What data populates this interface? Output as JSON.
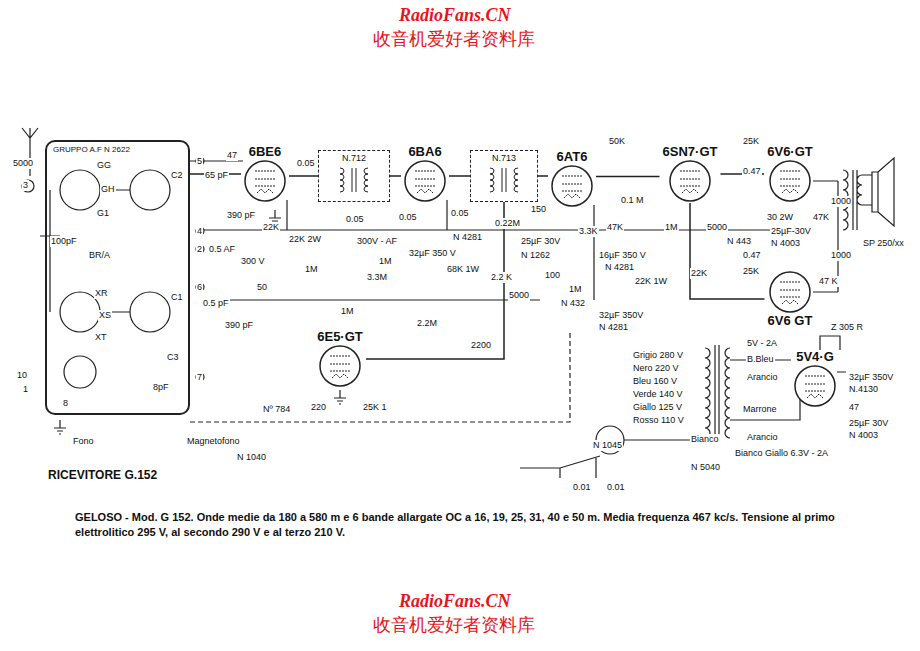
{
  "diagram": {
    "title": "RICEVITORE G.152",
    "caption": "GELOSO - Mod. G 152. Onde medie da 180 a 580 m e 6 bande allargate OC a 16, 19, 25, 31, 40 e 50 m. Media frequenza 467 kc/s. Tensione al primo elettrolitico 295 V, al secondo 290 V e al terzo 210 V.",
    "nodes": [
      {
        "text": [
          "GRUPPO A.F N 2622"
        ]
      },
      {
        "text": [
          "6BE6"
        ]
      },
      {
        "text": [
          "N.712"
        ]
      },
      {
        "text": [
          "6BA6"
        ]
      },
      {
        "text": [
          "N.713"
        ]
      },
      {
        "text": [
          "6AT6"
        ]
      },
      {
        "text": [
          "6SN7·GT"
        ]
      },
      {
        "text": [
          "6V6·GT"
        ]
      },
      {
        "text": [
          "6V6 GT"
        ]
      },
      {
        "text": [
          "5V4·G"
        ]
      },
      {
        "text": [
          "6E5·GT"
        ]
      }
    ],
    "edges": [
      {
        "from": 0,
        "to": 1,
        "arrow": "none"
      },
      {
        "from": 1,
        "to": 2,
        "arrow": "none"
      },
      {
        "from": 2,
        "to": 3,
        "arrow": "none"
      },
      {
        "from": 3,
        "to": 4,
        "arrow": "none"
      },
      {
        "from": 4,
        "to": 5,
        "arrow": "none"
      },
      {
        "from": 5,
        "to": 6,
        "arrow": "none"
      },
      {
        "from": 6,
        "to": 7,
        "arrow": "none"
      },
      {
        "from": 6,
        "to": 8,
        "arrow": "none"
      },
      {
        "from": 4,
        "to": 10,
        "arrow": "none"
      }
    ],
    "labels": [
      "RadioFans.CN",
      "收音机爱好者资料库",
      "RadioFans.CN",
      "收音机爱好者资料库",
      "5000",
      "3",
      "100pF",
      "GG",
      "GH",
      "G1",
      "BR/A",
      "C2",
      "XR",
      "XS",
      "XT",
      "C1",
      "C3",
      "8pF",
      "10",
      "1",
      "8",
      "5",
      "4",
      "2",
      "6",
      "7",
      "47",
      "65 pF",
      "390 pF",
      "0.5 AF",
      "300 V",
      "22K",
      "0.05",
      "22K 2W",
      "1M",
      "0.05",
      "50",
      "0.5 pF",
      "390 pF",
      "Nº 784",
      "0.05",
      "300V - AF",
      "1M",
      "32µF 350 V",
      "0.05",
      "N 4281",
      "68K 1W",
      "2.2 K",
      "0.22M",
      "150",
      "25µF 30V",
      "N 1262",
      "100",
      "1M",
      "N 432",
      "3.3K",
      "50K",
      "0.1 M",
      "47K",
      "16µF 350 V",
      "N 4281",
      "22K 1W",
      "32µF 350V",
      "N 4281",
      "22K",
      "1M",
      "5000",
      "25K",
      "0.47",
      "30 2W",
      "47K",
      "25µF-30V",
      "N 4003",
      "N 443",
      "0.47",
      "25K",
      "47 K",
      "1000",
      "1000",
      "SP 250/xx",
      "Z 305 R",
      "5V - 2A",
      "B.Bleu",
      "Arancio",
      "Marrone",
      "Arancio",
      "32µF 350V",
      "N.4130",
      "47",
      "25µF 30V",
      "N 4003",
      "Grigio 280 V",
      "Nero 220 V",
      "Bleu 160 V",
      "Verde 140 V",
      "Giallo 125 V",
      "Rosso 110 V",
      "N 1045",
      "Bianco",
      "Bianco Giallo 6.3V - 2A",
      "N 5040",
      "0.01",
      "0.01",
      "1M",
      "3.3M",
      "2.2M",
      "2200",
      "5000",
      "220",
      "25K 1",
      "Fono",
      "Magnetofono",
      "N 1040"
    ]
  }
}
